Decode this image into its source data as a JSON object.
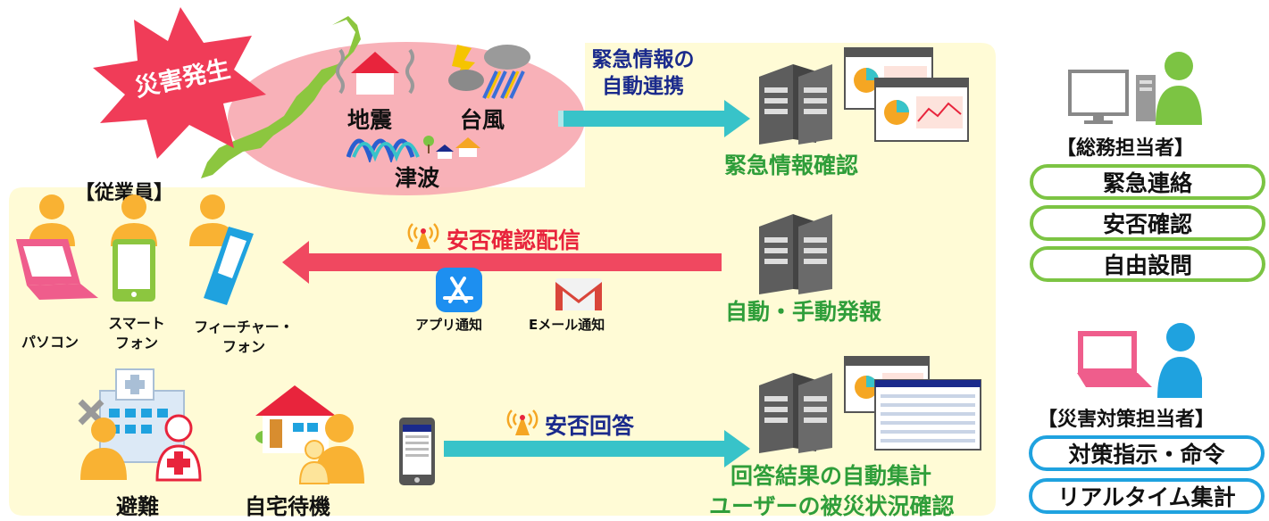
{
  "burst": {
    "label": "災害発生"
  },
  "hazards": {
    "earthquake": "地震",
    "typhoon": "台風",
    "tsunami": "津波"
  },
  "flow1": {
    "line1": "緊急情報の",
    "line2": "自動連携",
    "server_caption": "緊急情報確認"
  },
  "employees": {
    "title": "【従業員】",
    "devices": [
      {
        "label": "パソコン"
      },
      {
        "label": "スマート\nフォン"
      },
      {
        "label": "フィーチャー・\nフォン"
      }
    ]
  },
  "flow2": {
    "title": "安否確認配信",
    "app_label": "アプリ通知",
    "email_label": "Eメール通知",
    "server_caption": "自動・手動発報"
  },
  "flow3": {
    "title": "安否回答",
    "evacuation": "避難",
    "home": "自宅待機",
    "caption_line1": "回答結果の自動集計",
    "caption_line2": "ユーザーの被災状況確認"
  },
  "general_affairs": {
    "title": "【総務担当者】",
    "items": [
      "緊急連絡",
      "安否確認",
      "自由設問"
    ]
  },
  "disaster_manager": {
    "title": "【災害対策担当者】",
    "items": [
      "対策指示・命令",
      "リアルタイム集計"
    ]
  },
  "colors": {
    "panel": "#fffbd6",
    "green_text": "#2f9e3a",
    "navy_text": "#1a2a8c",
    "red_text": "#e8243c",
    "teal_arrow": "#38c3c9",
    "red_arrow": "#f04860",
    "person_orange": "#f9b233",
    "person_green": "#7cc443",
    "person_blue": "#1fa2df",
    "laptop_pink": "#ef5d8c"
  }
}
